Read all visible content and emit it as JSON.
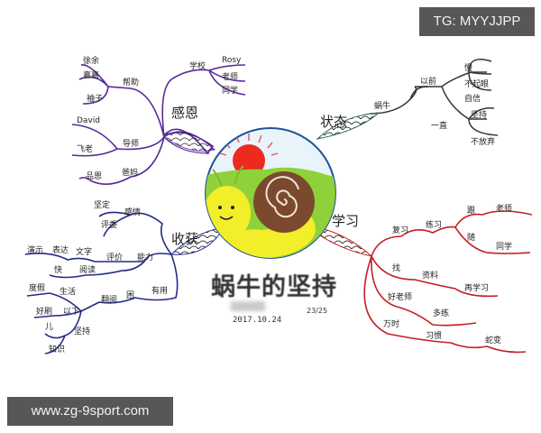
{
  "title": "蜗牛的坚持",
  "date": "2017.10.24",
  "page_number": "23/25",
  "watermarks": {
    "top_right": "TG: MYYJJPP",
    "bottom_left": "www.zg-9sport.com"
  },
  "center_image": "snail-with-sun-illustration",
  "colors": {
    "gratitude_branch": "#5a2a9a",
    "state_branch": "#2f4f3f",
    "harvest_branch": "#232a8a",
    "study_branch": "#c41e24",
    "sun": "#ee2a1f",
    "grass": "#8fd13a",
    "snail_body": "#f2ee2a",
    "shell": "#7b4a2e",
    "watermark_bg": "#575757"
  },
  "branches": {
    "gratitude": {
      "label": "感恩",
      "children": [
        {
          "label": "帮助",
          "leaves": [
            "徐余",
            "嘉嘉",
            "袖子"
          ]
        },
        {
          "label": "导师",
          "leaves": [
            "David",
            "飞老"
          ]
        },
        {
          "label": "爸妈",
          "leaves": [
            "品恩"
          ]
        },
        {
          "label": "学校",
          "leaves": [
            "Rosy",
            "老师",
            "同学"
          ]
        }
      ]
    },
    "state": {
      "label": "状态",
      "children": [
        {
          "label": "蜗牛",
          "sub": [
            {
              "label": "以前",
              "leaves": [
                "慢",
                "不起眼",
                "自信"
              ]
            },
            {
              "label": "一直",
              "leaves": [
                "坚持",
                "不放弃"
              ]
            }
          ]
        }
      ]
    },
    "harvest": {
      "label": "收获",
      "children": [
        {
          "label": "感情",
          "leaves": [
            "坚定",
            "评委"
          ]
        },
        {
          "label": "能力",
          "leaves": [
            "评价",
            "文字",
            "表达",
            "演示",
            "阅读",
            "快"
          ]
        },
        {
          "label": "有用",
          "leaves": [
            "困",
            "翻阅",
            "生活",
            "度假",
            "以下",
            "好刷",
            "坚持",
            "儿",
            "知识"
          ]
        }
      ]
    },
    "study": {
      "label": "学习",
      "children": [
        {
          "label": "复习",
          "leaves": [
            "练习",
            "跟",
            "老师",
            "随",
            "同学"
          ]
        },
        {
          "label": "找",
          "leaves": [
            "资料",
            "再学习"
          ]
        },
        {
          "label": "好老师",
          "leaves": [
            "多练"
          ]
        },
        {
          "label": "万时",
          "leaves": [
            "习惯",
            "蛇变"
          ]
        }
      ]
    }
  }
}
